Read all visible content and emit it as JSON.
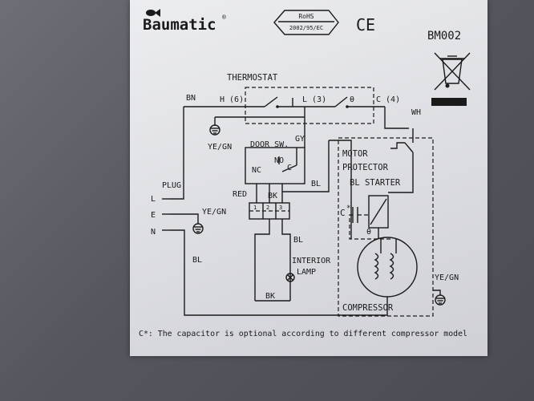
{
  "header": {
    "brand": "Baumatic",
    "registered_mark": "®",
    "rohs_title": "RoHS",
    "rohs_directive": "2002/95/EC",
    "ce_mark": "CE",
    "model": "BM002"
  },
  "labels": {
    "thermostat": "THERMOSTAT",
    "bn": "BN",
    "h6": "H (6)",
    "l3": "L (3)",
    "theta_top": "θ",
    "c4": "C (4)",
    "wh": "WH",
    "yegn_top": "YE/GN",
    "door_sw": "DOOR SW.",
    "gy": "GY",
    "no": "NO",
    "nc": "NC",
    "c": "C",
    "plug": "PLUG",
    "l": "L",
    "e": "E",
    "n": "N",
    "red": "RED",
    "bk_top": "BK",
    "bl_mid": "BL",
    "yegn_left": "YE/GN",
    "terminal_1": "1",
    "terminal_2": "2",
    "terminal_3": "3",
    "bl_lamp": "BL",
    "interior": "INTERIOR",
    "lamp": "LAMP",
    "bk_bottom": "BK",
    "bl_left": "BL",
    "motor": "MOTOR",
    "protector": "PROTECTOR",
    "bl_starter": "BL STARTER",
    "cap": "C",
    "cap_star": "*",
    "theta_starter": "θ",
    "compressor": "COMPRESSOR",
    "yegn_right": "YE/GN",
    "footnote": "C*: The capacitor is optional according to different compressor model"
  }
}
